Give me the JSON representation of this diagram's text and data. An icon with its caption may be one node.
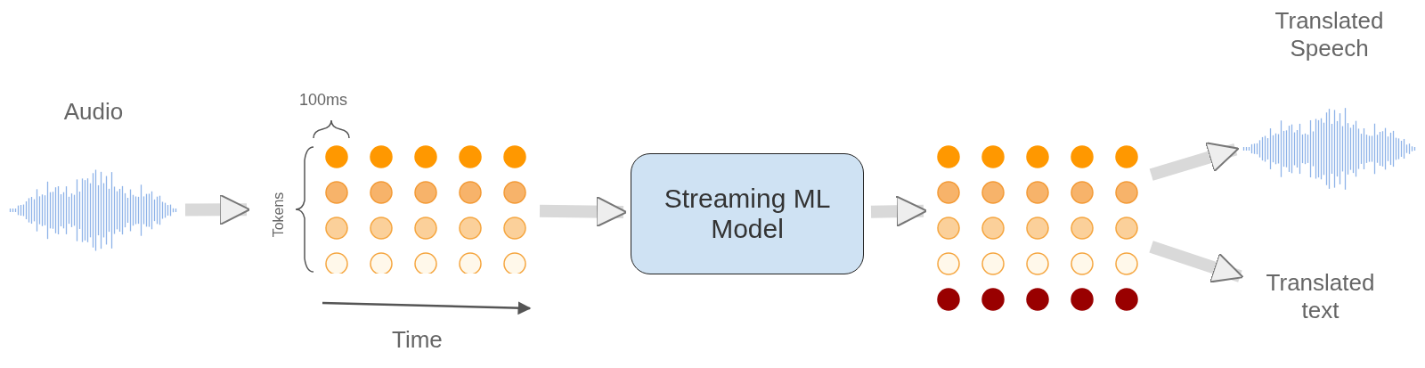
{
  "diagram": {
    "nodes": [
      {
        "text": [
          "Audio"
        ]
      },
      {
        "text": [],
        "shape": "picture"
      },
      {
        "text": [
          "Streaming ML Model"
        ]
      },
      {
        "text": [],
        "shape": "picture"
      },
      {
        "text": [
          "Translated Speech"
        ]
      },
      {
        "text": [
          "Translated text"
        ]
      }
    ],
    "edges": [
      {
        "from": 0,
        "to": 1,
        "arrow": "to"
      },
      {
        "from": 1,
        "to": 2,
        "arrow": "to"
      },
      {
        "from": 2,
        "to": 3,
        "arrow": "to"
      },
      {
        "from": 3,
        "to": 4,
        "arrow": "to"
      },
      {
        "from": 3,
        "to": 5,
        "arrow": "to"
      }
    ],
    "labels": [
      "100ms",
      "Tokens",
      "Time"
    ]
  }
}
